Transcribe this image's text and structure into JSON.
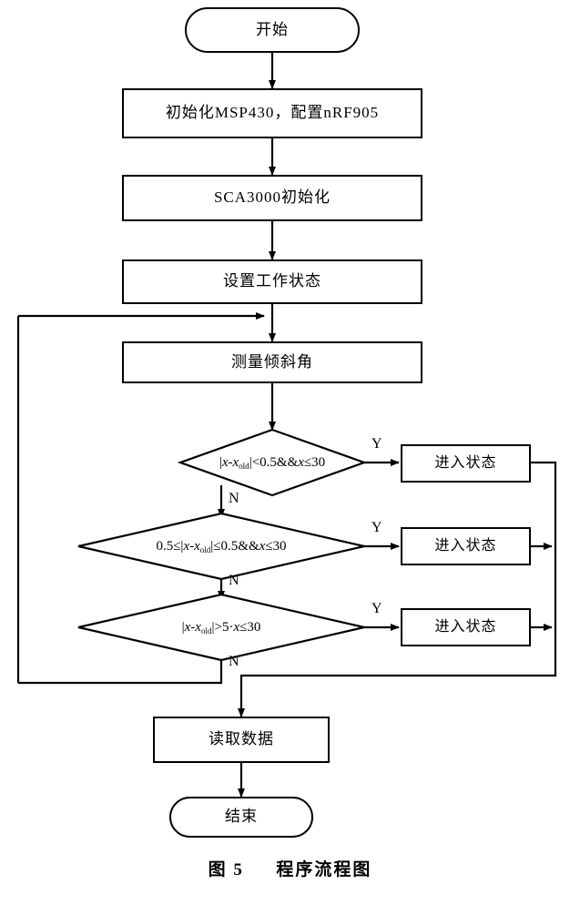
{
  "figure": {
    "caption_label": "图 5",
    "caption_title": "程序流程图"
  },
  "nodes": {
    "start": {
      "label": "开始",
      "type": "terminator"
    },
    "init_mcu": {
      "label": "初始化MSP430，配置nRF905",
      "type": "process"
    },
    "init_sensor": {
      "label": "SCA3000初始化",
      "type": "process"
    },
    "set_state": {
      "label": "设置工作状态",
      "type": "process"
    },
    "measure": {
      "label": "测量倾斜角",
      "type": "process"
    },
    "decision1": {
      "label": "|x-x old|<0.5&&x≤30",
      "type": "decision"
    },
    "decision2": {
      "label": "0.5≤|x-x old|≤0.5&&x≤30",
      "type": "decision"
    },
    "decision3": {
      "label": "|x-x old|>5·x≤30",
      "type": "decision"
    },
    "state1": {
      "label": "进入状态",
      "type": "process"
    },
    "state2": {
      "label": "进入状态",
      "type": "process"
    },
    "state3": {
      "label": "进入状态",
      "type": "process"
    },
    "read_data": {
      "label": "读取数据",
      "type": "process"
    },
    "end": {
      "label": "结束",
      "type": "terminator"
    }
  },
  "decision_expr": {
    "d1": {
      "abs_open": "|",
      "var": "x",
      "minus": "-",
      "var_sub": "x",
      "sub": "old",
      "abs_close": "|",
      "op1": "<",
      "val1": "0.5",
      "and": "&&",
      "var2": "x",
      "op2": "≤",
      "val2": "30"
    },
    "d2": {
      "lead_val": "0.5",
      "lead_op": "≤",
      "abs_open": "|",
      "var": "x",
      "minus": "-",
      "var_sub": "x",
      "sub": "old",
      "abs_close": "|",
      "op1": "≤",
      "val1": "0.5",
      "and": "&&",
      "var2": "x",
      "op2": "≤",
      "val2": "30"
    },
    "d3": {
      "abs_open": "|",
      "var": "x",
      "minus": "-",
      "var_sub": "x",
      "sub": "old",
      "abs_close": "|",
      "op1": ">",
      "val1": "5",
      "sep": "·",
      "var2": "x",
      "op2": "≤",
      "val2": "30"
    }
  },
  "edge_labels": {
    "yes1": "Y",
    "yes2": "Y",
    "yes3": "Y",
    "no1": "N",
    "no2": "N",
    "no3": "N"
  },
  "colors": {
    "stroke": "#000000",
    "fill": "#ffffff",
    "text": "#000000"
  }
}
